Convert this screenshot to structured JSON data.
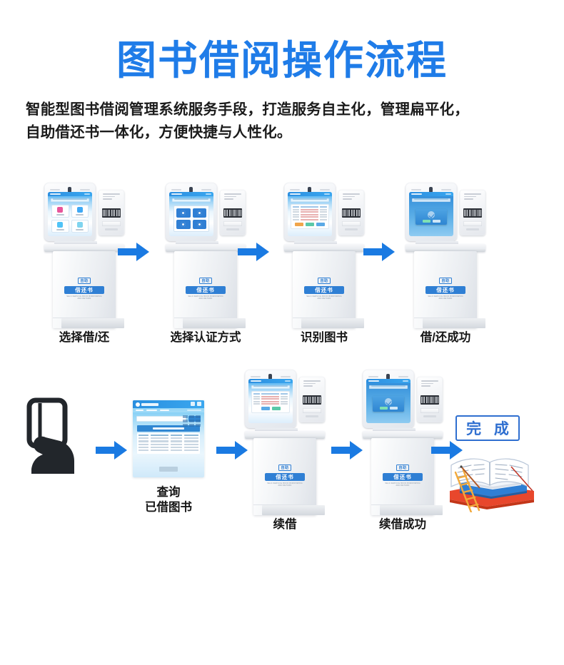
{
  "header": {
    "title": "图书借阅操作流程",
    "subtitle_line1": "智能型图书借阅管理系统服务手段，打造服务自主化，管理扁平化，",
    "subtitle_line2": "自助借还书一体化，方便快捷与人性化。"
  },
  "colors": {
    "accent_blue": "#1f7ce8",
    "arrow_blue": "#1a7ae2",
    "kiosk_blue": "#2f7fd4",
    "done_border": "#2f6fd0",
    "text_dark": "#161616"
  },
  "kiosk_brand": {
    "tag": "自助",
    "name": "借还书",
    "sub": "SELF-SERVICE BOOK BORROWING AND RETURN"
  },
  "flow_row1": [
    {
      "step": 1,
      "label": "选择借/还",
      "screen": "service-menu-grid",
      "icon": "kiosk-icon"
    },
    {
      "step": 2,
      "label": "选择认证方式",
      "screen": "auth-method-grid",
      "icon": "kiosk-icon"
    },
    {
      "step": 3,
      "label": "识别图书",
      "screen": "book-list-table",
      "icon": "kiosk-icon"
    },
    {
      "step": 4,
      "label": "借/还成功",
      "screen": "success-dialog",
      "icon": "kiosk-icon"
    }
  ],
  "flow_row2": [
    {
      "step": 5,
      "label": "",
      "icon": "hand-holding-card-icon"
    },
    {
      "step": 6,
      "label_line1": "查询",
      "label_line2": "已借图书",
      "icon": "query-tablet-icon"
    },
    {
      "step": 7,
      "label": "续借",
      "screen": "renew-list-table",
      "icon": "kiosk-icon"
    },
    {
      "step": 8,
      "label": "续借成功",
      "screen": "renew-success-dialog",
      "icon": "kiosk-icon"
    },
    {
      "step": 9,
      "label": "",
      "badge": "完 成",
      "icon": "stacked-books-icon"
    }
  ],
  "arrows": {
    "glyph": "arrow-right-icon",
    "count_row1": 3,
    "count_row2": 4
  },
  "done_badge": "完 成"
}
